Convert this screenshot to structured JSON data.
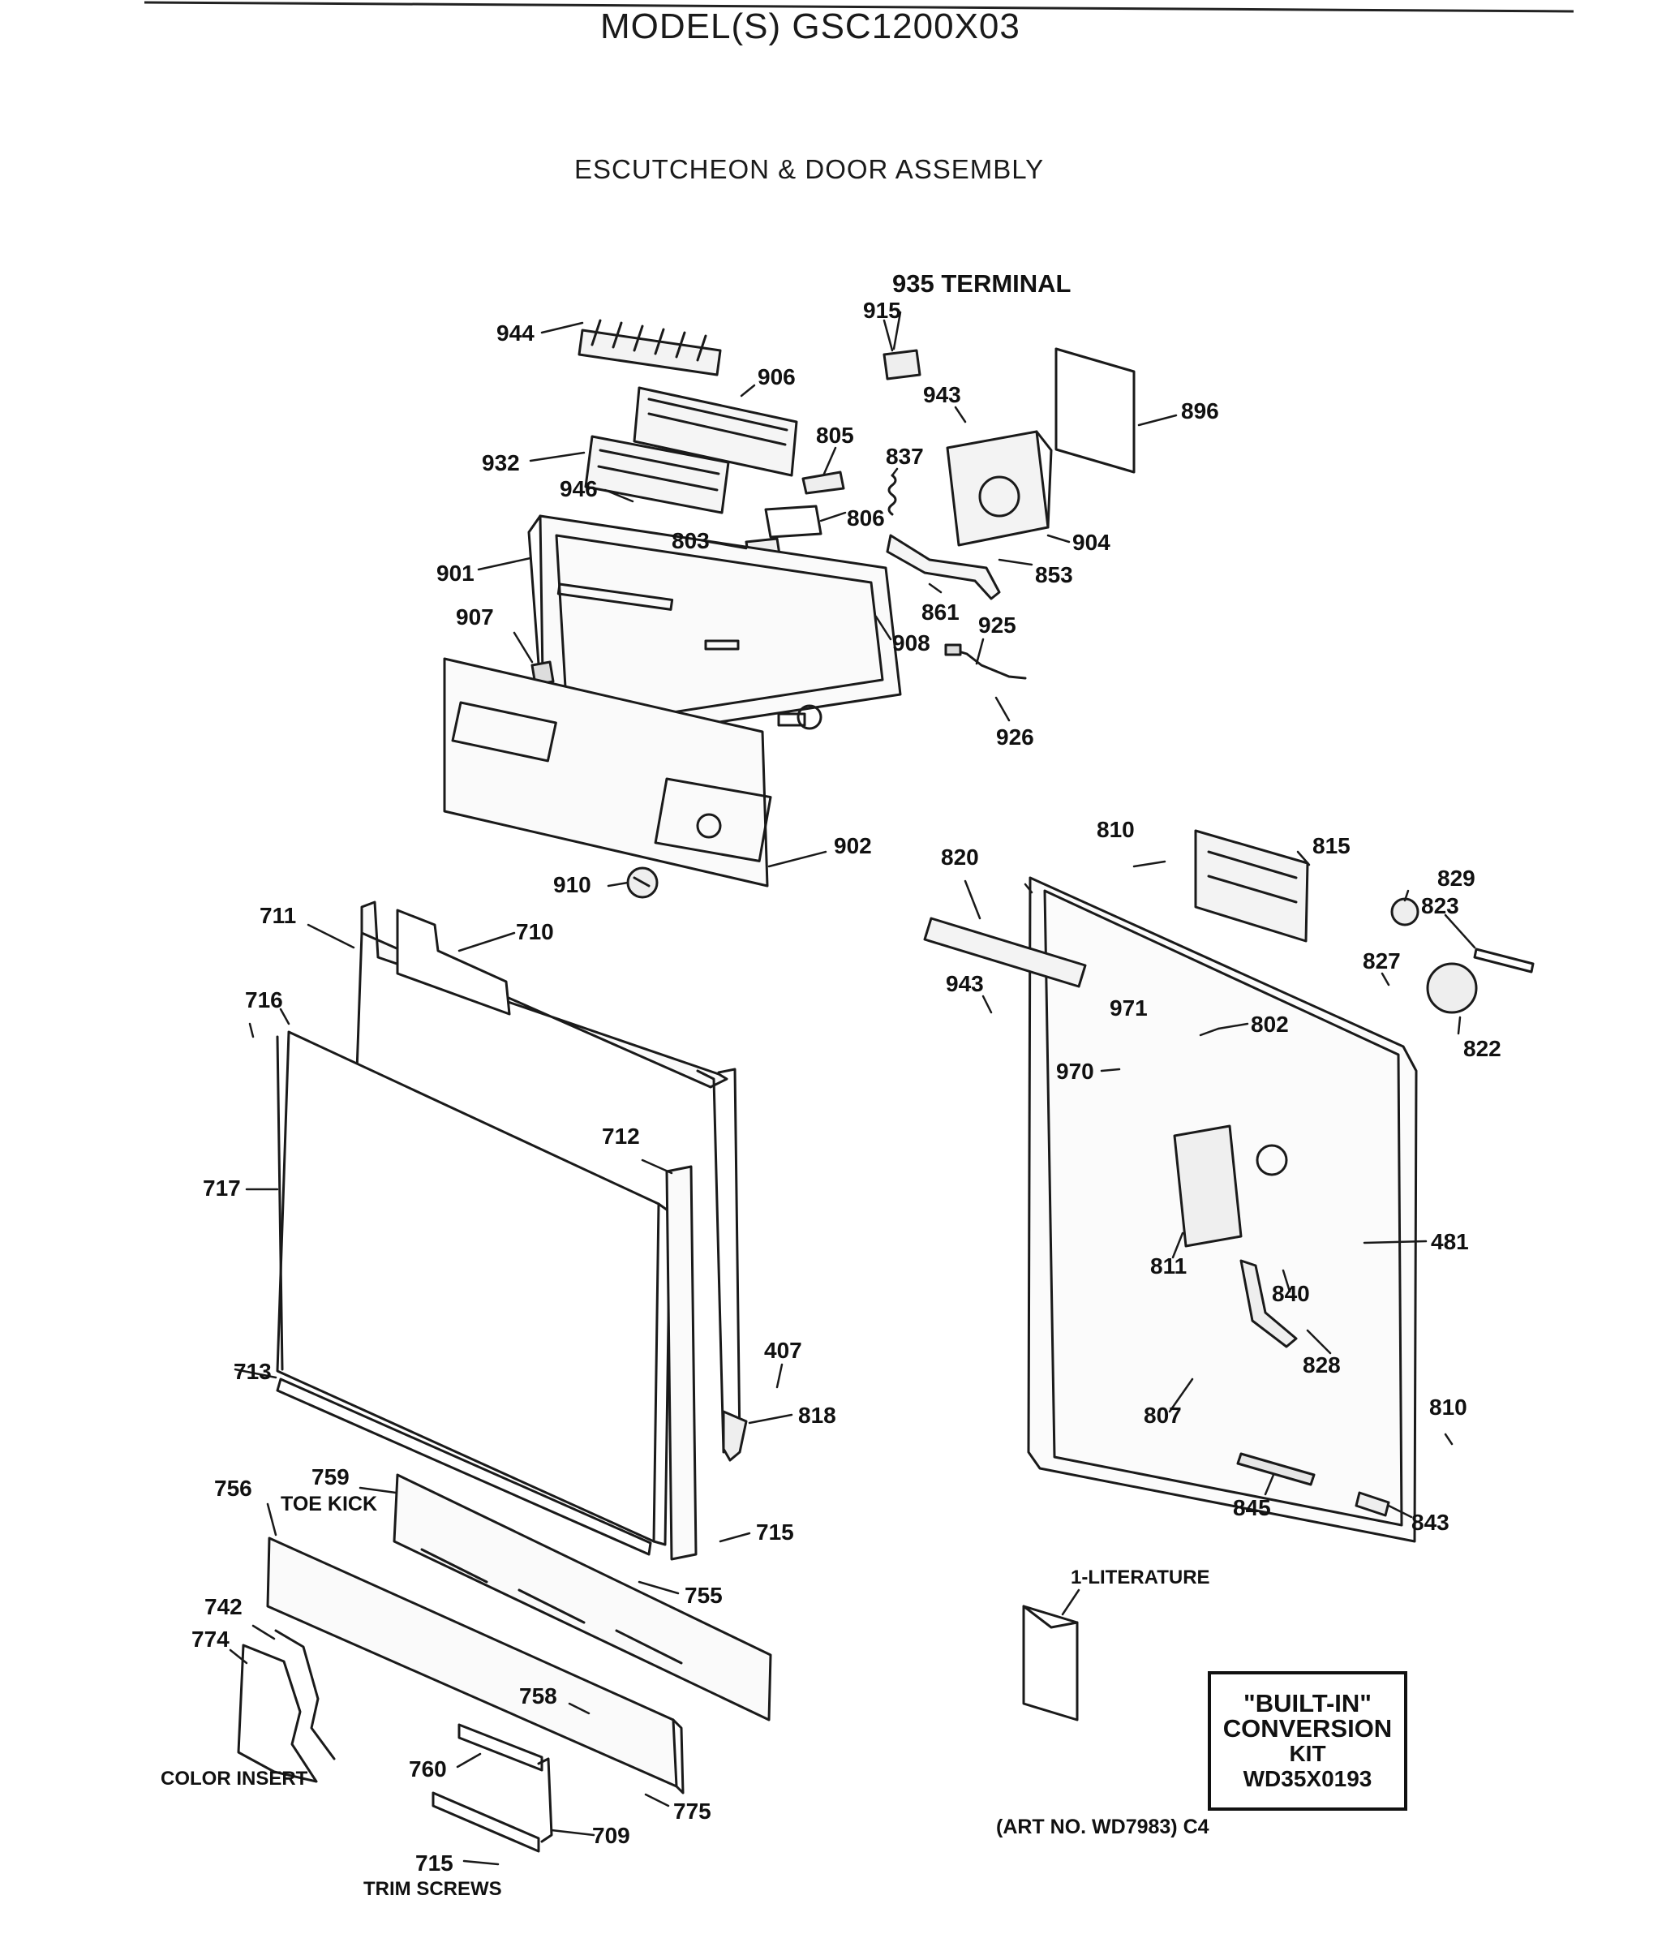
{
  "model_title": "MODEL(S) GSC1200X03",
  "section_title": "ESCUTCHEON & DOOR ASSEMBLY",
  "callouts": [
    {
      "id": "c944",
      "text": "944"
    },
    {
      "id": "c935",
      "text": "935 TERMINAL"
    },
    {
      "id": "c915",
      "text": "915"
    },
    {
      "id": "c906",
      "text": "906"
    },
    {
      "id": "c943a",
      "text": "943"
    },
    {
      "id": "c896",
      "text": "896"
    },
    {
      "id": "c805",
      "text": "805"
    },
    {
      "id": "c837",
      "text": "837"
    },
    {
      "id": "c932",
      "text": "932"
    },
    {
      "id": "c946",
      "text": "946"
    },
    {
      "id": "c806",
      "text": "806"
    },
    {
      "id": "c904",
      "text": "904"
    },
    {
      "id": "c803",
      "text": "803"
    },
    {
      "id": "c853",
      "text": "853"
    },
    {
      "id": "c901",
      "text": "901"
    },
    {
      "id": "c861",
      "text": "861"
    },
    {
      "id": "c925",
      "text": "925"
    },
    {
      "id": "c907",
      "text": "907"
    },
    {
      "id": "c908",
      "text": "908"
    },
    {
      "id": "c926",
      "text": "926"
    },
    {
      "id": "c902",
      "text": "902"
    },
    {
      "id": "c910",
      "text": "910"
    },
    {
      "id": "c711",
      "text": "711"
    },
    {
      "id": "c710",
      "text": "710"
    },
    {
      "id": "c716",
      "text": "716"
    },
    {
      "id": "c712",
      "text": "712"
    },
    {
      "id": "c717",
      "text": "717"
    },
    {
      "id": "c407",
      "text": "407"
    },
    {
      "id": "c713",
      "text": "713"
    },
    {
      "id": "c818",
      "text": "818"
    },
    {
      "id": "c759",
      "text": "759"
    },
    {
      "id": "ctoe",
      "text": "TOE KICK"
    },
    {
      "id": "c756",
      "text": "756"
    },
    {
      "id": "c715a",
      "text": "715"
    },
    {
      "id": "c755",
      "text": "755"
    },
    {
      "id": "c742",
      "text": "742"
    },
    {
      "id": "c774",
      "text": "774"
    },
    {
      "id": "c758",
      "text": "758"
    },
    {
      "id": "ccolor",
      "text": "COLOR INSERT"
    },
    {
      "id": "c760",
      "text": "760"
    },
    {
      "id": "c775",
      "text": "775"
    },
    {
      "id": "c709",
      "text": "709"
    },
    {
      "id": "c715b",
      "text": "715"
    },
    {
      "id": "ctrim",
      "text": "TRIM SCREWS"
    },
    {
      "id": "c810a",
      "text": "810"
    },
    {
      "id": "c815",
      "text": "815"
    },
    {
      "id": "c820",
      "text": "820"
    },
    {
      "id": "c829",
      "text": "829"
    },
    {
      "id": "c823",
      "text": "823"
    },
    {
      "id": "c827",
      "text": "827"
    },
    {
      "id": "c943b",
      "text": "943"
    },
    {
      "id": "c971",
      "text": "971"
    },
    {
      "id": "c802",
      "text": "802"
    },
    {
      "id": "c822",
      "text": "822"
    },
    {
      "id": "c970",
      "text": "970"
    },
    {
      "id": "c481",
      "text": "481"
    },
    {
      "id": "c811",
      "text": "811"
    },
    {
      "id": "c840",
      "text": "840"
    },
    {
      "id": "c828",
      "text": "828"
    },
    {
      "id": "c807",
      "text": "807"
    },
    {
      "id": "c810b",
      "text": "810"
    },
    {
      "id": "c845",
      "text": "845"
    },
    {
      "id": "c843",
      "text": "843"
    },
    {
      "id": "clit",
      "text": "1-LITERATURE"
    }
  ],
  "conversion_kit": {
    "line1": "\"BUILT-IN\"",
    "line2": "CONVERSION",
    "line3": "KIT",
    "line4": "WD35X0193"
  },
  "art_number": "(ART NO. WD7983) C4"
}
